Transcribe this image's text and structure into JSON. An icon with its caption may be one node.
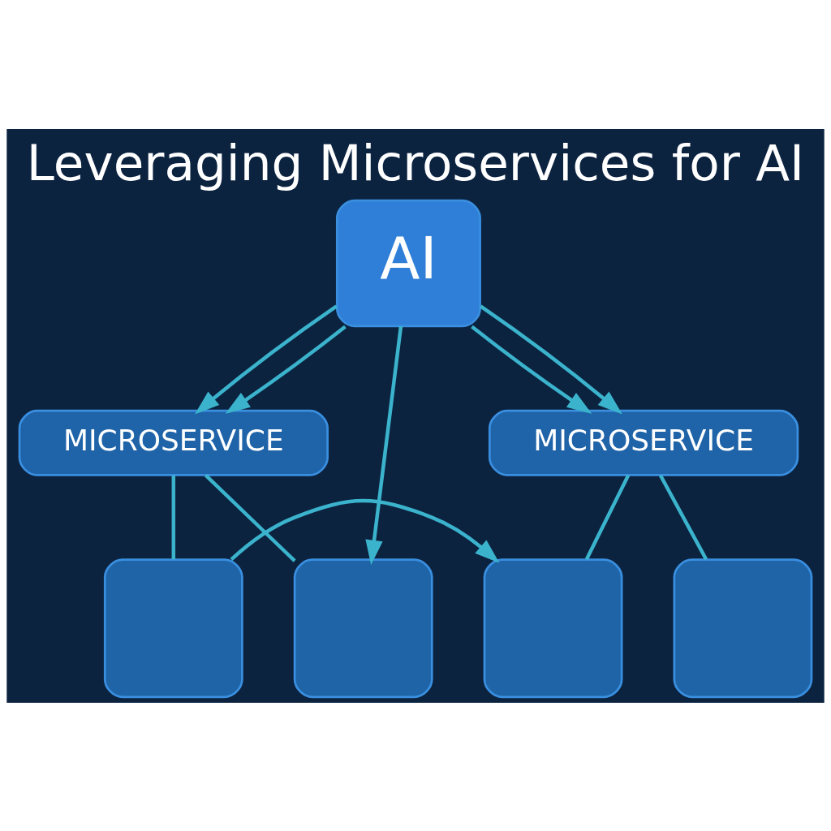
{
  "diagram": {
    "title": "Leveraging Microservices for AI",
    "nodes": [
      {
        "text": [
          "AI"
        ]
      },
      {
        "text": [
          "MICROSERVICE"
        ]
      },
      {
        "text": [
          "MICROSERVICE"
        ]
      },
      {
        "text": [],
        "shape": "box"
      },
      {
        "text": [],
        "shape": "box"
      },
      {
        "text": [],
        "shape": "box"
      },
      {
        "text": [],
        "shape": "box"
      }
    ],
    "edges": [
      {
        "from": 0,
        "to": 1,
        "arrow": "to"
      },
      {
        "from": 0,
        "to": 1,
        "arrow": "to"
      },
      {
        "from": 0,
        "to": 4,
        "arrow": "to"
      },
      {
        "from": 0,
        "to": 2,
        "arrow": "to"
      },
      {
        "from": 0,
        "to": 2,
        "arrow": "to"
      },
      {
        "from": 1,
        "to": 3,
        "arrow": "none"
      },
      {
        "from": 1,
        "to": 4,
        "arrow": "none"
      },
      {
        "from": 2,
        "to": 5,
        "arrow": "none"
      },
      {
        "from": 2,
        "to": 6,
        "arrow": "none"
      },
      {
        "from": 3,
        "to": 5,
        "arrow": "to"
      }
    ]
  }
}
